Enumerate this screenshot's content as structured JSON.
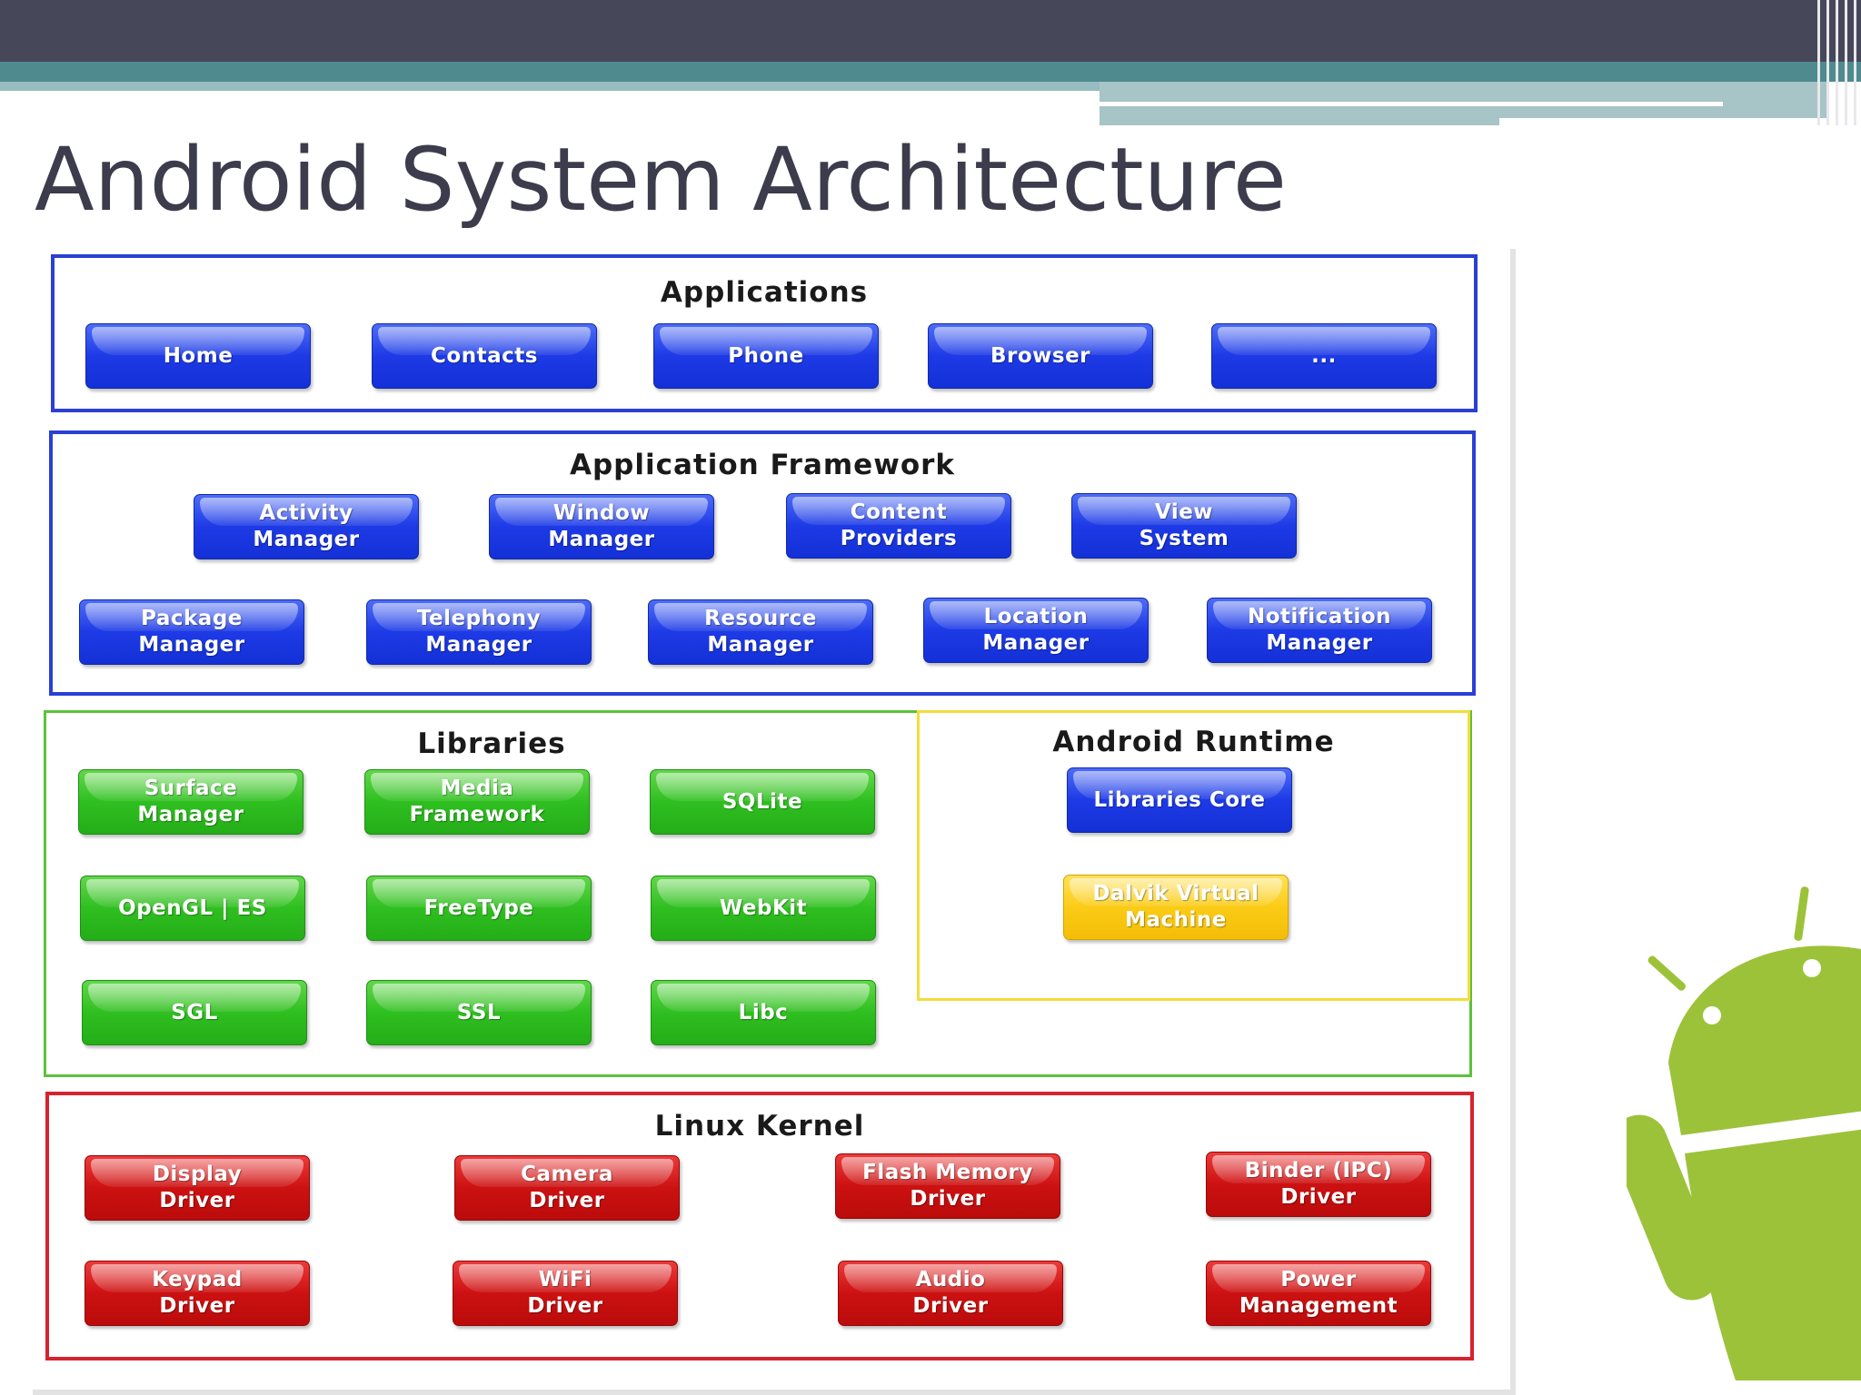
{
  "slide": {
    "title": "Android System Architecture"
  },
  "diagram": {
    "applications": {
      "title": "Applications",
      "items": [
        "Home",
        "Contacts",
        "Phone",
        "Browser",
        "..."
      ]
    },
    "framework": {
      "title": "Application Framework",
      "row1": [
        [
          "Activity",
          "Manager"
        ],
        [
          "Window",
          "Manager"
        ],
        [
          "Content",
          "Providers"
        ],
        [
          "View",
          "System"
        ]
      ],
      "row2": [
        [
          "Package",
          "Manager"
        ],
        [
          "Telephony",
          "Manager"
        ],
        [
          "Resource",
          "Manager"
        ],
        [
          "Location",
          "Manager"
        ],
        [
          "Notification",
          "Manager"
        ]
      ]
    },
    "libraries": {
      "title": "Libraries",
      "items": [
        [
          "Surface",
          "Manager"
        ],
        [
          "Media",
          "Framework"
        ],
        [
          "SQLite",
          ""
        ],
        [
          "OpenGL | ES",
          ""
        ],
        [
          "FreeType",
          ""
        ],
        [
          "WebKit",
          ""
        ],
        [
          "SGL",
          ""
        ],
        [
          "SSL",
          ""
        ],
        [
          "Libc",
          ""
        ]
      ]
    },
    "runtime": {
      "title": "Android Runtime",
      "core": "Libraries Core",
      "vm": [
        "Dalvik Virtual",
        "Machine"
      ]
    },
    "kernel": {
      "title": "Linux Kernel",
      "items": [
        [
          "Display",
          "Driver"
        ],
        [
          "Camera",
          "Driver"
        ],
        [
          "Flash Memory",
          "Driver"
        ],
        [
          "Binder (IPC)",
          "Driver"
        ],
        [
          "Keypad",
          "Driver"
        ],
        [
          "WiFi",
          "Driver"
        ],
        [
          "Audio",
          "Driver"
        ],
        [
          "Power",
          "Management"
        ]
      ]
    }
  },
  "colors": {
    "applications_frame": "#2a3fd4",
    "libraries_frame": "#5cc23a",
    "runtime_frame": "#f3dd3c",
    "kernel_frame": "#d5242f",
    "mascot": "#9cc23a"
  },
  "icons": {
    "mascot": "android-robot-icon"
  }
}
